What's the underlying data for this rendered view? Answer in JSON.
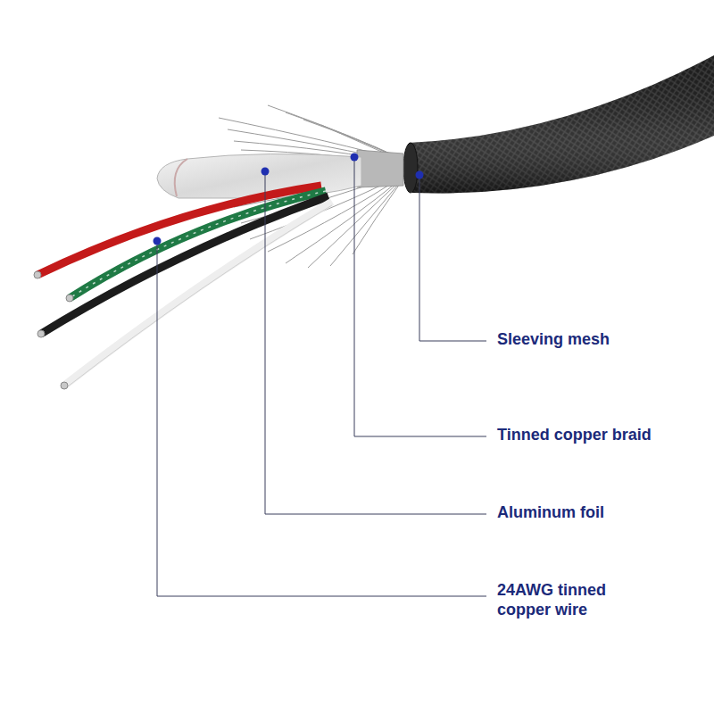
{
  "diagram": {
    "labels": [
      "Sleeving mesh",
      "Tinned copper braid",
      "Aluminum foil",
      "24AWG tinned copper wire"
    ]
  }
}
